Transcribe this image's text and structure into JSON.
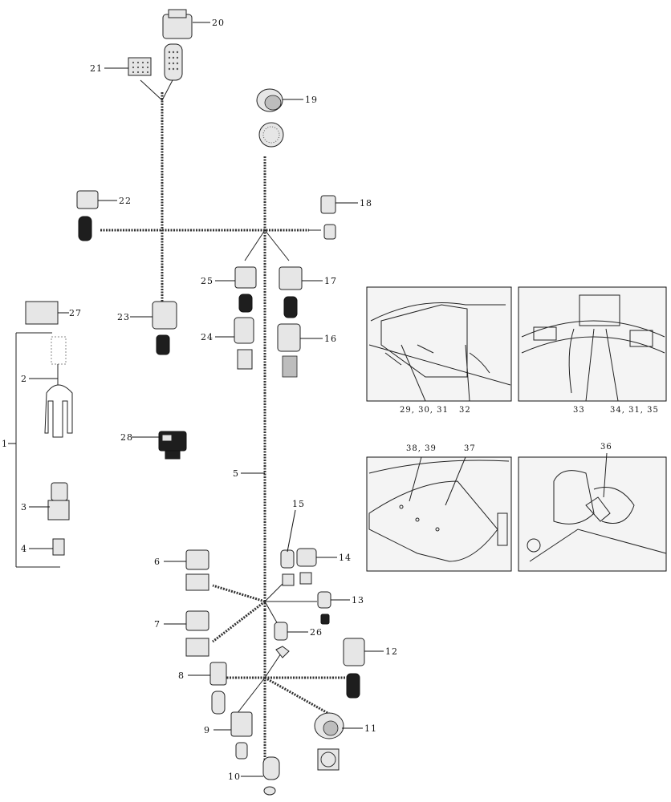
{
  "callouts": {
    "c1": "1",
    "c2": "2",
    "c3": "3",
    "c4": "4",
    "c5": "5",
    "c6": "6",
    "c7": "7",
    "c8": "8",
    "c9": "9",
    "c10": "10",
    "c11": "11",
    "c12": "12",
    "c13": "13",
    "c14": "14",
    "c15": "15",
    "c16": "16",
    "c17": "17",
    "c18": "18",
    "c19": "19",
    "c20": "20",
    "c21": "21",
    "c22": "22",
    "c23": "23",
    "c24": "24",
    "c25": "25",
    "c26": "26",
    "c27": "27",
    "c28": "28"
  },
  "photos": {
    "p1_label_a": "29, 30, 31",
    "p1_label_b": "32",
    "p2_label_a": "33",
    "p2_label_b": "34, 31, 35",
    "p3_label_a": "38, 39",
    "p3_label_b": "37",
    "p4_label_a": "36"
  }
}
